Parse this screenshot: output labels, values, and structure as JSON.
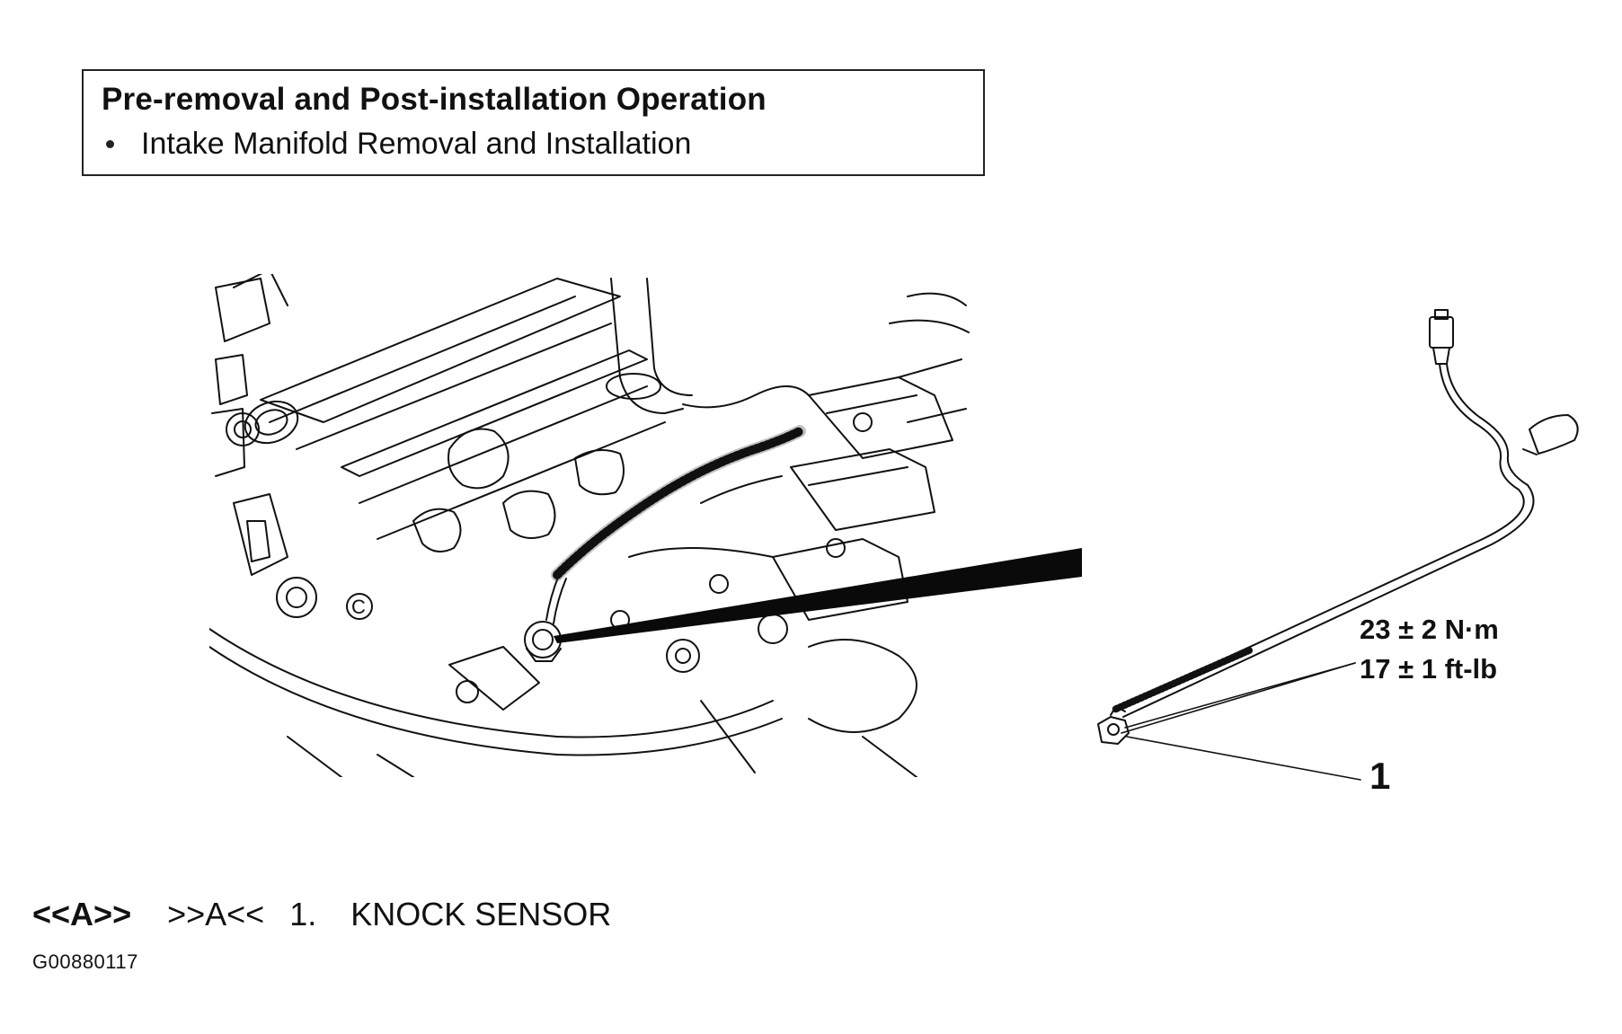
{
  "operation_box": {
    "title": "Pre-removal and Post-installation Operation",
    "items": [
      "Intake Manifold Removal and Installation"
    ]
  },
  "torque_spec": {
    "metric": "23 ± 2 N·m",
    "imperial": "17 ± 1 ft-lb"
  },
  "callout": {
    "number": "1"
  },
  "legend": {
    "removal_tag": "<<A>>",
    "install_tag": ">>A<<",
    "index": "1.",
    "part_name": "KNOCK SENSOR"
  },
  "figure_id": "G00880117"
}
